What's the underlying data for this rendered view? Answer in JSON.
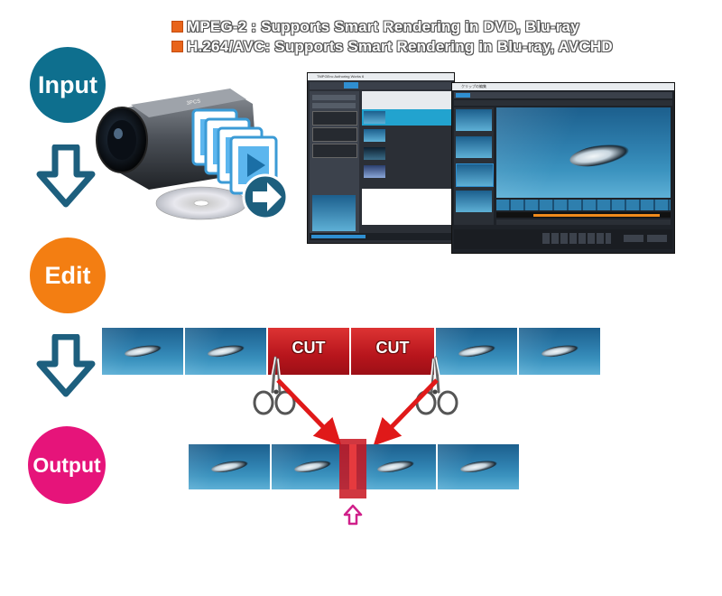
{
  "headlines": [
    "MPEG-2 : Supports Smart Rendering in DVD, Blu-ray",
    "H.264/AVC: Supports Smart Rendering in Blu-ray, AVCHD"
  ],
  "steps": {
    "input": "Input",
    "edit": "Edit",
    "output": "Output"
  },
  "cut_label": "CUT",
  "camera_brand": "3PCS",
  "screenshot_titles": {
    "back": "TMPGEnc Authoring Works 6",
    "front": "クリップの編集"
  },
  "colors": {
    "input_circle": "#0e6f8e",
    "edit_circle": "#f37e12",
    "output_circle": "#e6147a",
    "arrow": "#1d5f7e",
    "cut_red": "#c11b22",
    "pointer_arrow": "#e01919",
    "output_up_arrow": "#d0208a"
  },
  "icons": [
    "down-arrow-icon",
    "scissors-icon",
    "up-arrow-icon",
    "camcorder-icon",
    "disc-icon",
    "right-arrow-icon"
  ]
}
